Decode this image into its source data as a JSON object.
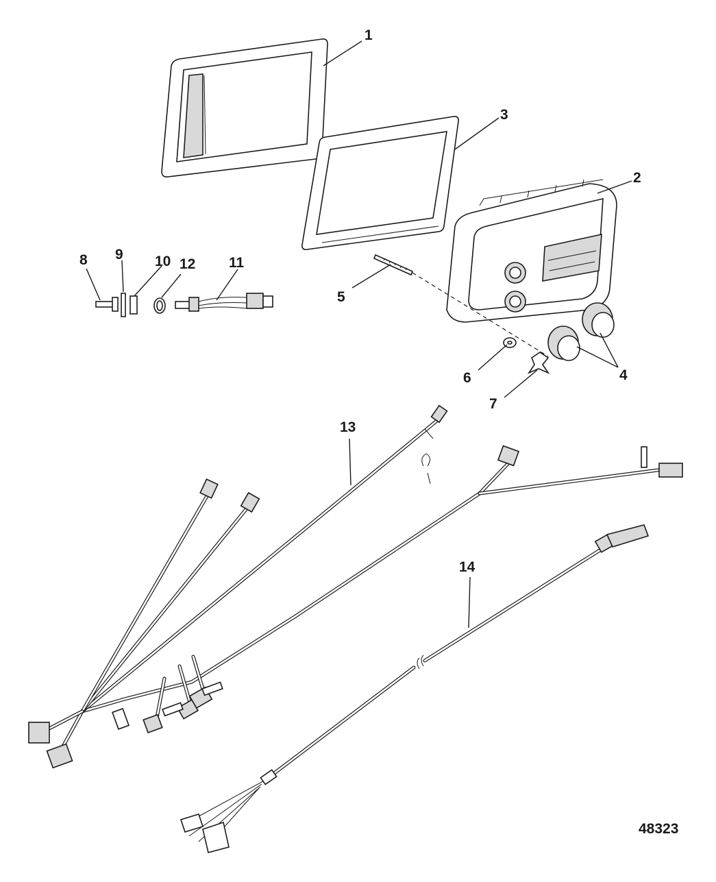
{
  "diagram": {
    "figure_number": "48323",
    "callouts": [
      "1",
      "2",
      "3",
      "4",
      "5",
      "6",
      "7",
      "8",
      "9",
      "10",
      "11",
      "12",
      "13",
      "14"
    ]
  },
  "chart_data": {
    "type": "diagram",
    "nodes": [
      "1",
      "2",
      "3",
      "4",
      "5",
      "6",
      "7",
      "8",
      "9",
      "10",
      "11",
      "12",
      "13",
      "14"
    ],
    "edges": []
  }
}
